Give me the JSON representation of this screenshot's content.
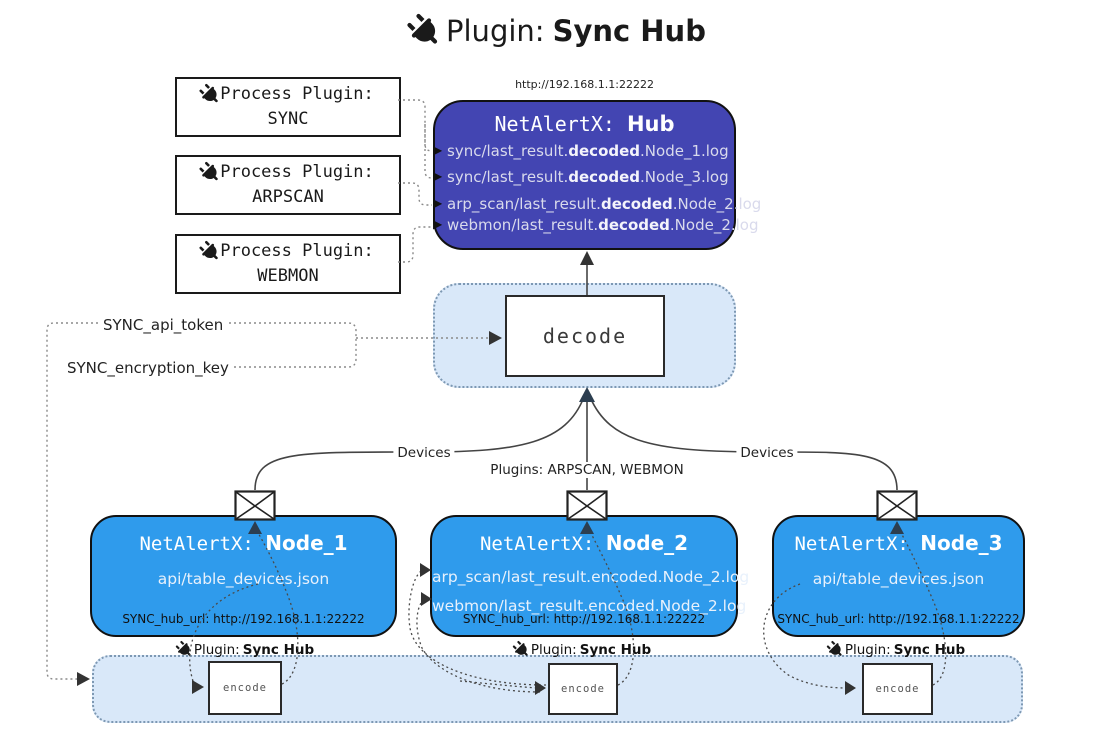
{
  "title": {
    "prefix": "Plugin:",
    "name": "Sync Hub"
  },
  "hub": {
    "url_label": "http://192.168.1.1:22222",
    "title_prefix": "NetAlertX:",
    "title_name": "Hub",
    "logs": [
      {
        "pre": "sync/last_result.",
        "bold": "decoded",
        "post": ".Node_1.log"
      },
      {
        "pre": "sync/last_result.",
        "bold": "decoded",
        "post": ".Node_3.log"
      },
      {
        "pre": "arp_scan/last_result.",
        "bold": "decoded",
        "post": ".Node_2.log"
      },
      {
        "pre": "webmon/last_result.",
        "bold": "decoded",
        "post": ".Node_2.log"
      }
    ]
  },
  "process_plugins": [
    {
      "line1": "Process Plugin:",
      "name": "SYNC"
    },
    {
      "line1": "Process Plugin:",
      "name": "ARPSCAN"
    },
    {
      "line1": "Process Plugin:",
      "name": "WEBMON"
    }
  ],
  "decode": {
    "label": "decode"
  },
  "tokens": {
    "api_token": "SYNC_api_token",
    "encryption_key": "SYNC_encryption_key"
  },
  "edges": {
    "left": "Devices",
    "middle": "Plugins: ARPSCAN, WEBMON",
    "right": "Devices"
  },
  "nodes": [
    {
      "title_prefix": "NetAlertX:",
      "name": "Node_1",
      "lines": [
        "api/table_devices.json"
      ],
      "hub_url": "SYNC_hub_url: http://192.168.1.1:22222"
    },
    {
      "title_prefix": "NetAlertX:",
      "name": "Node_2",
      "lines": [
        "arp_scan/last_result.encoded.Node_2.log",
        "webmon/last_result.encoded.Node_2.log"
      ],
      "hub_url": "SYNC_hub_url: http://192.168.1.1:22222"
    },
    {
      "title_prefix": "NetAlertX:",
      "name": "Node_3",
      "lines": [
        "api/table_devices.json"
      ],
      "hub_url": "SYNC_hub_url: http://192.168.1.1:22222"
    }
  ],
  "encode": {
    "plugin_prefix": "Plugin:",
    "plugin_name": "Sync Hub",
    "box_label": "encode"
  },
  "colors": {
    "hub_fill": "#4345b2",
    "node_fill": "#2f9bec",
    "band_fill": "#d9e8f9",
    "band_border": "#7d98b3",
    "arrow_dark": "#2c3e50",
    "line": "#444444"
  }
}
